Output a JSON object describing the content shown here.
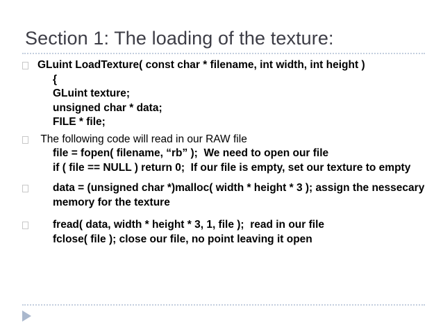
{
  "slide": {
    "title": "Section 1: The loading of the texture:",
    "accent_rule_color": "#c3cede",
    "title_color": "#3d3d46",
    "body_color": "#000000",
    "nav_marker_color": "#aab8cd",
    "bullets": [
      {
        "marker": "hollow-square-bullet",
        "lines": [
          {
            "text": "GLuint LoadTexture( const char * filename, int width, int height )",
            "style": "bold",
            "indent": 0
          },
          {
            "text": "{",
            "style": "bold",
            "indent": 1
          },
          {
            "text": "GLuint texture;",
            "style": "bold",
            "indent": 1
          },
          {
            "text": "unsigned char * data;",
            "style": "bold",
            "indent": 1
          },
          {
            "text": "FILE * file;",
            "style": "bold",
            "indent": 1
          }
        ]
      },
      {
        "marker": "hollow-square-bullet",
        "lines": [
          {
            "text": " The following code will read in our RAW file",
            "style": "regular",
            "indent": 0
          },
          {
            "text": "file = fopen( filename, “rb” );  We need to open our file",
            "style": "bold",
            "indent": 1
          },
          {
            "text": "if ( file == NULL ) return 0;  If our file is empty, set our texture to empty",
            "style": "bold",
            "indent": 1
          }
        ]
      },
      {
        "marker": "hollow-square-bullet",
        "lines": [
          {
            "text": "data = (unsigned char *)malloc( width * height * 3 ); assign the nessecary memory for the texture",
            "style": "bold",
            "indent": 1
          }
        ]
      },
      {
        "marker": "hollow-square-bullet",
        "lines": [
          {
            "text": "fread( data, width * height * 3, 1, file );  read in our file",
            "style": "bold",
            "indent": 1
          },
          {
            "text": "fclose( file ); close our file, no point leaving it open",
            "style": "bold",
            "indent": 1
          }
        ]
      }
    ]
  }
}
